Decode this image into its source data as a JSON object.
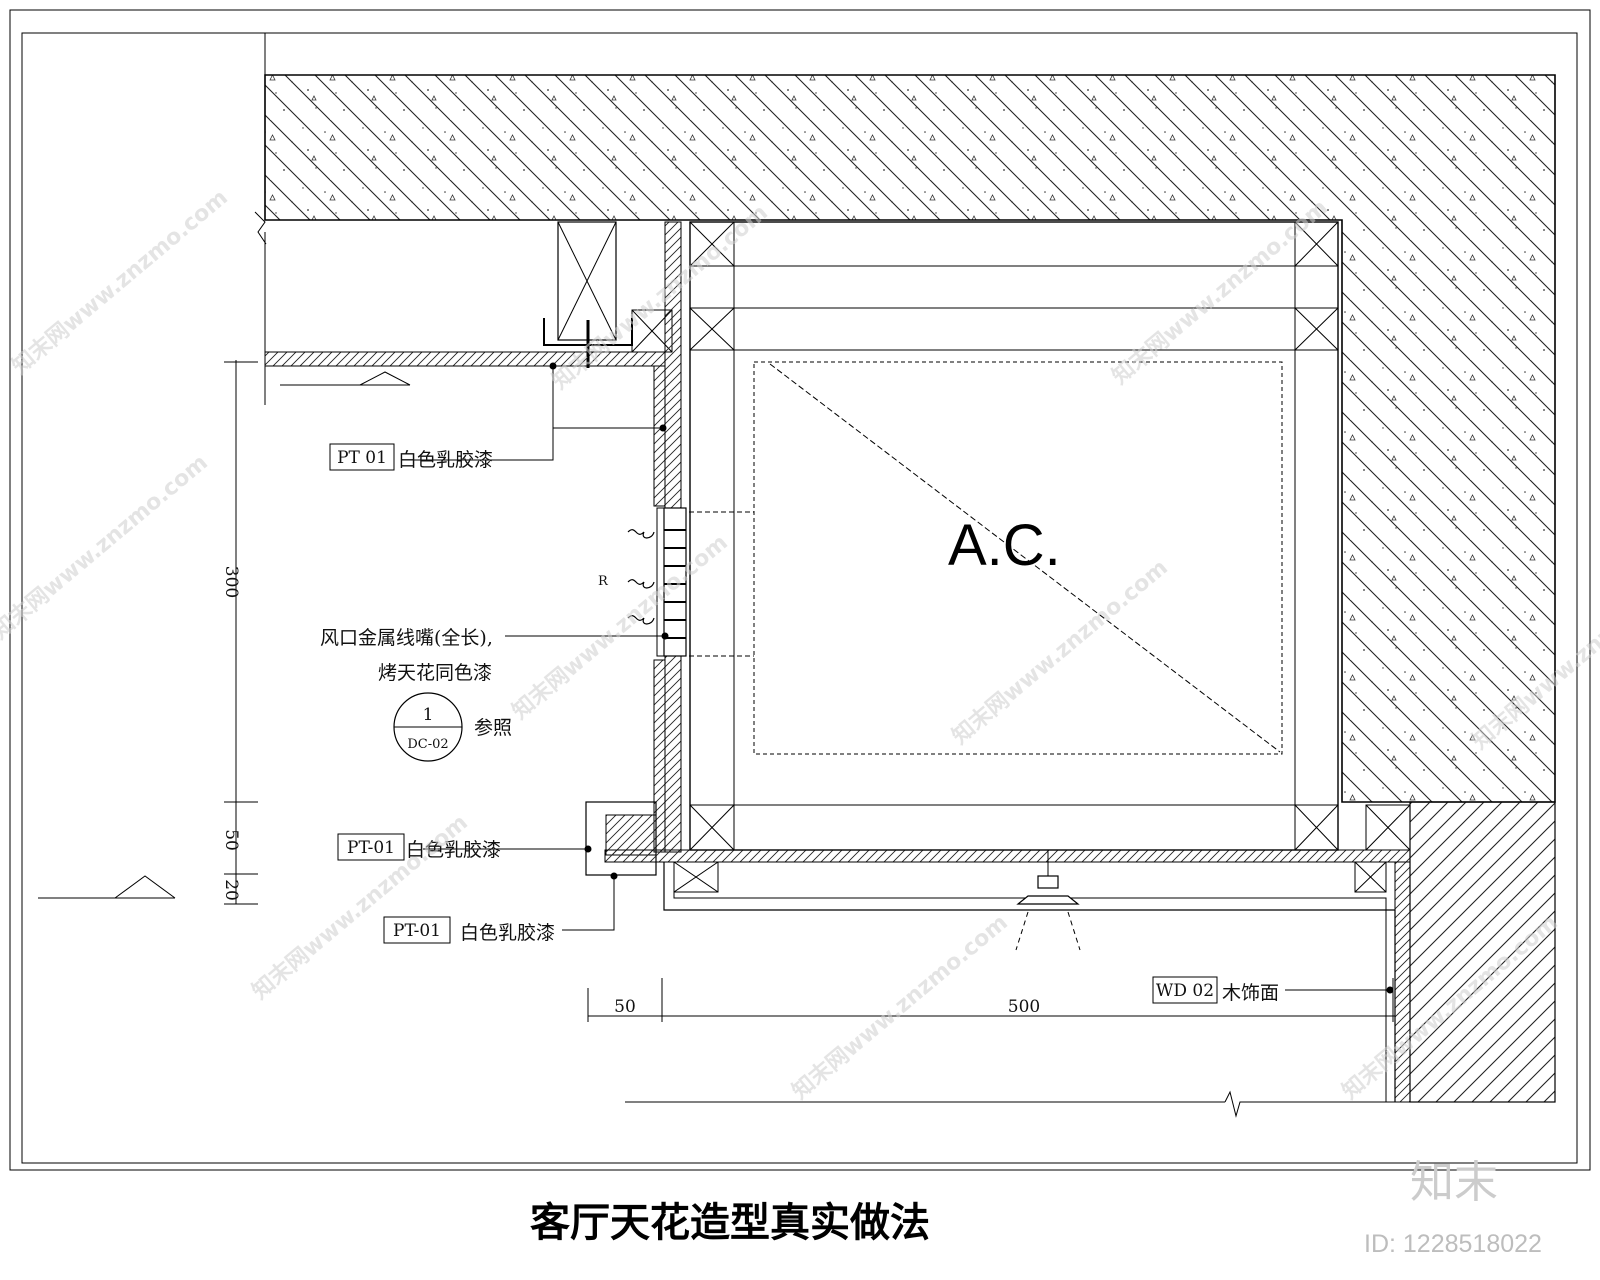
{
  "drawing": {
    "title": "客厅天花造型真实做法",
    "equipment_label": "A.C.",
    "annotations": {
      "pt01_top": {
        "code": "PT 01",
        "text": "白色乳胶漆"
      },
      "vent_line1": "风口金属线嘴(全长),",
      "vent_line2": "烤天花同色漆",
      "pt01_mid": {
        "code": "PT-01",
        "text": "白色乳胶漆"
      },
      "pt01_bottom": {
        "code": "PT-01",
        "text": "白色乳胶漆"
      },
      "wd02": {
        "code": "WD 02",
        "text": "木饰面"
      },
      "refer": "参照",
      "vent_marker": "R"
    },
    "detail_bubble": {
      "number": "1",
      "sheet": "DC-02"
    },
    "dimensions": {
      "v300": "300",
      "v50": "50",
      "v20": "20",
      "h50": "50",
      "h500": "500"
    }
  },
  "watermark": {
    "text": "知末网www.znzmo.com",
    "brand": "知末",
    "id": "ID: 1228518022"
  }
}
